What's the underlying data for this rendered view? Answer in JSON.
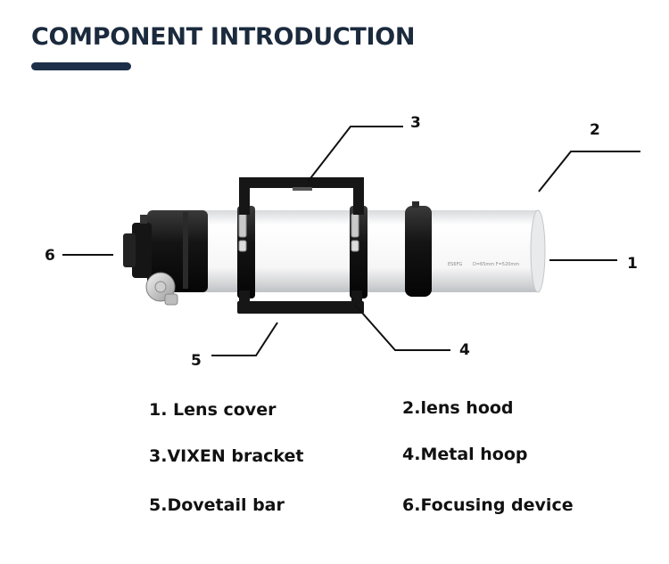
{
  "title": "COMPONENT INTRODUCTION",
  "colors": {
    "title": "#1b2a3d",
    "accent_bar": "#1e3049",
    "tube": "#ffffff",
    "metal": "#1a1a1a"
  },
  "callouts": [
    "1",
    "2",
    "3",
    "4",
    "5",
    "6"
  ],
  "tube_print": {
    "model": "ES6FG",
    "specs": "D=65mm F=520mm"
  },
  "legend": [
    "1. Lens cover",
    "2.lens hood",
    "3.VIXEN bracket",
    "4.Metal hoop",
    "5.Dovetail bar",
    "6.Focusing device"
  ]
}
